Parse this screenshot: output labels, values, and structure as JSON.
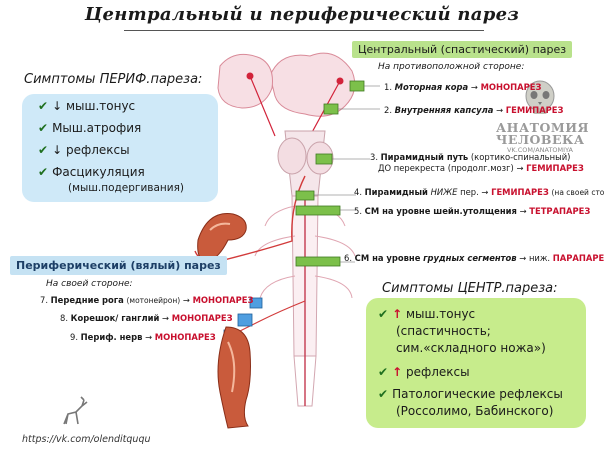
{
  "title": "Центральный и периферический парез",
  "central_box": {
    "header": "Центральный (спастический) парез",
    "note": "На противоположной стороне:"
  },
  "peripheral_box": {
    "header": "Периферический (вялый) парез",
    "note": "На своей стороне:"
  },
  "central_levels": [
    {
      "num": "1.",
      "name": "Моторная кора",
      "arrow": "→",
      "result": "МОНОПАРЕЗ"
    },
    {
      "num": "2.",
      "name": "Внутренняя капсула",
      "arrow": "→",
      "result": "ГЕМИПАРЕЗ"
    },
    {
      "num": "3.",
      "name": "Пирамидный путь",
      "detail": "(кортико-спинальный)",
      "subline": "ДО перекреста (продолг.мозг)",
      "arrow": "→",
      "result": "ГЕМИПАРЕЗ"
    },
    {
      "num": "4.",
      "name": "Пирамидный",
      "emph": "НИЖЕ",
      "detail": "пер.",
      "arrow": "→",
      "result": "ГЕМИПАРЕЗ",
      "tail": "(на своей стороне)"
    },
    {
      "num": "5.",
      "name": "СМ на уровне шейн.утолщения",
      "arrow": "→",
      "result": "ТЕТРАПАРЕЗ"
    },
    {
      "num": "6.",
      "name": "СМ на уровне",
      "emph": "грудных сегментов",
      "detail": "→ ниж.",
      "result": "ПАРАПАРЕЗ"
    }
  ],
  "peripheral_levels": [
    {
      "num": "7.",
      "name": "Передние рога",
      "detail": "(мотонейрон)",
      "arrow": "→",
      "result": "МОНОПАРЕЗ"
    },
    {
      "num": "8.",
      "name": "Корешок/ ганглий",
      "arrow": "→",
      "result": "МОНОПАРЕЗ"
    },
    {
      "num": "9.",
      "name": "Периф. нерв",
      "arrow": "→",
      "result": "МОНОПАРЕЗ"
    }
  ],
  "peripheral_symptoms": {
    "title": "Симптомы ПЕРИФ.пареза:",
    "items": [
      {
        "arrow": "↓",
        "text": "мыш.тонус"
      },
      {
        "arrow": "",
        "text": "Мыш.атрофия"
      },
      {
        "arrow": "↓",
        "text": "рефлексы"
      },
      {
        "arrow": "",
        "text": "Фасцикуляция"
      }
    ],
    "sub": "(мыш.подергивания)"
  },
  "central_symptoms": {
    "title": "Симптомы ЦЕНТР.пареза:",
    "items": [
      {
        "arrow": "↑",
        "text": "мыш.тонус",
        "sub1": "(спастичность;",
        "sub2": "сим.«складного ножа»)"
      },
      {
        "arrow": "↑",
        "text": "рефлексы"
      },
      {
        "arrow": "",
        "text": "Патологические рефлексы",
        "sub1": "(Россолимо, Бабинского)"
      }
    ]
  },
  "footer": "https://vk.com/olenditququ",
  "watermark": {
    "line1": "АНАТОМИЯ",
    "line2": "ЧЕЛОВЕКА",
    "line3": "VK.COM/ANATOMIYA"
  },
  "colors": {
    "accent_red": "#c8102e",
    "green_card": "#c7ec8c",
    "blue_card": "#cfe9f8",
    "lesion_green": "#7cc04a",
    "lesion_blue": "#4f9ee0",
    "tract_red": "#d23b3b"
  },
  "icons": [
    "checkmark-icon",
    "deer-logo-icon",
    "skull-watermark-icon",
    "brain-icon",
    "spinal-cord-icon",
    "arm-muscle-icon",
    "leg-muscle-icon"
  ]
}
